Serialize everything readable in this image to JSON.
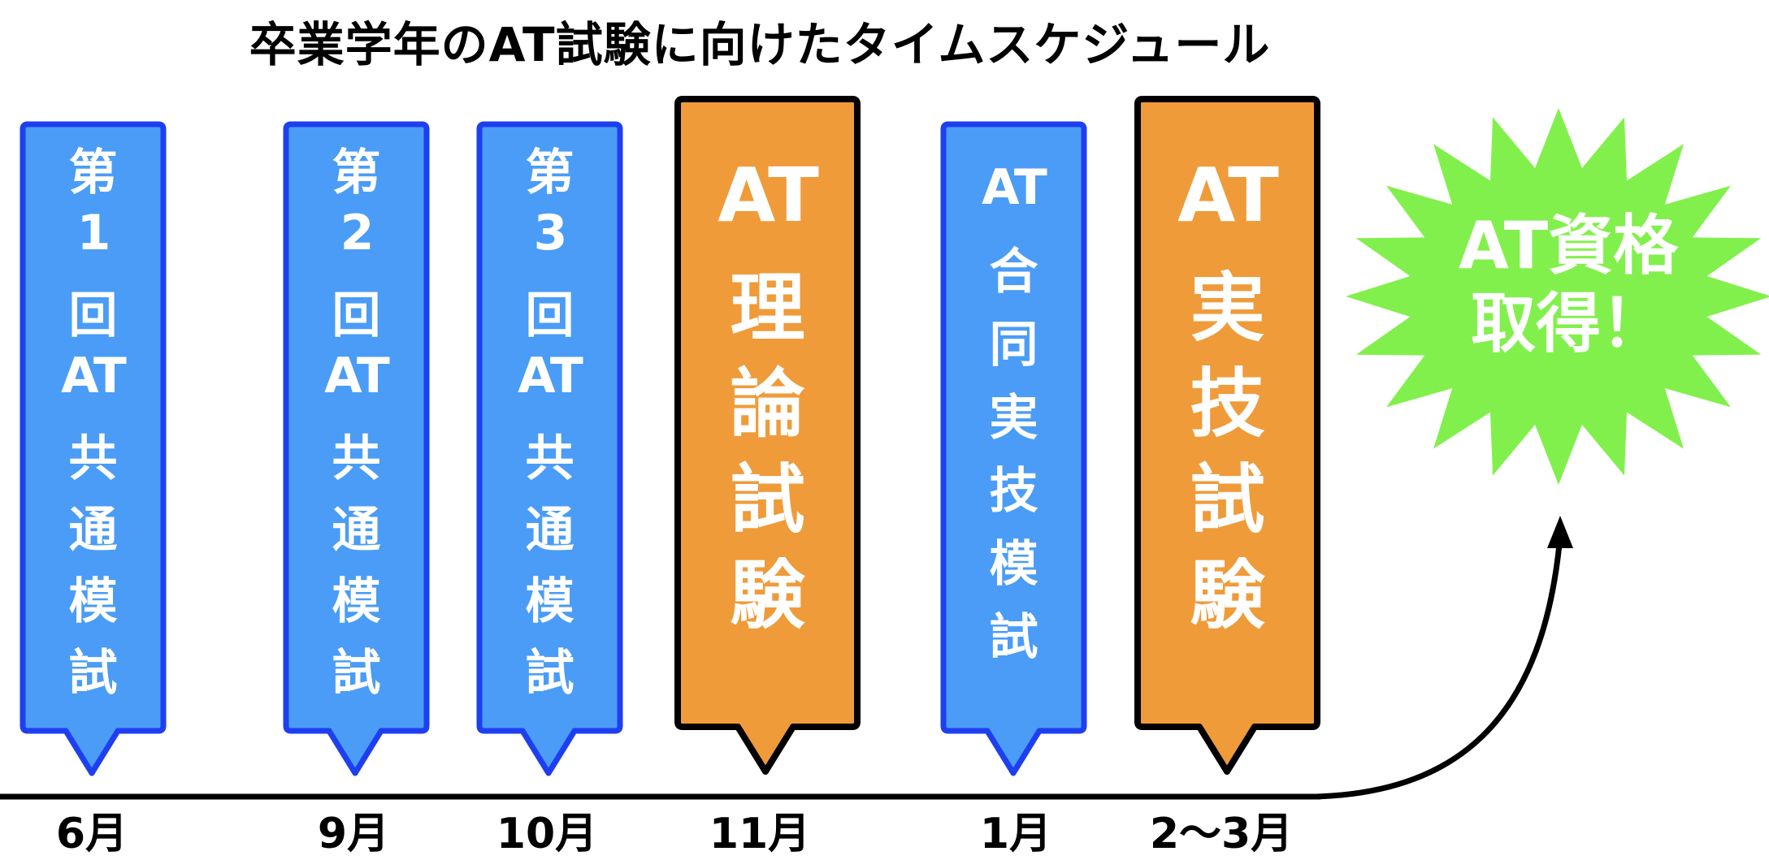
{
  "title": "卒業学年のAT試験に向けたタイムスケジュール",
  "colors": {
    "blue_fill": "#4a9cf6",
    "blue_stroke": "#1e3ff0",
    "orange_fill": "#ef9b3a",
    "orange_stroke": "#000000",
    "burst_fill": "#82f04c",
    "timeline": "#000000",
    "text_on_banner": "#ffffff"
  },
  "milestones": [
    {
      "month": "6月",
      "kind": "mock",
      "lines": [
        "第",
        "1",
        "回",
        "AT",
        "共",
        "通",
        "模",
        "試"
      ]
    },
    {
      "month": "9月",
      "kind": "mock",
      "lines": [
        "第",
        "2",
        "回",
        "AT",
        "共",
        "通",
        "模",
        "試"
      ]
    },
    {
      "month": "10月",
      "kind": "mock",
      "lines": [
        "第",
        "3",
        "回",
        "AT",
        "共",
        "通",
        "模",
        "試"
      ]
    },
    {
      "month": "11月",
      "kind": "exam",
      "lines": [
        "AT",
        "理",
        "論",
        "試",
        "験"
      ]
    },
    {
      "month": "1月",
      "kind": "mock",
      "lines": [
        "AT",
        "合",
        "同",
        "実",
        "技",
        "模",
        "試"
      ]
    },
    {
      "month": "2～3月",
      "kind": "exam",
      "lines": [
        "AT",
        "実",
        "技",
        "試",
        "験"
      ]
    }
  ],
  "goal": {
    "shape": "starburst",
    "lines": [
      "AT資格",
      "取得！"
    ]
  }
}
